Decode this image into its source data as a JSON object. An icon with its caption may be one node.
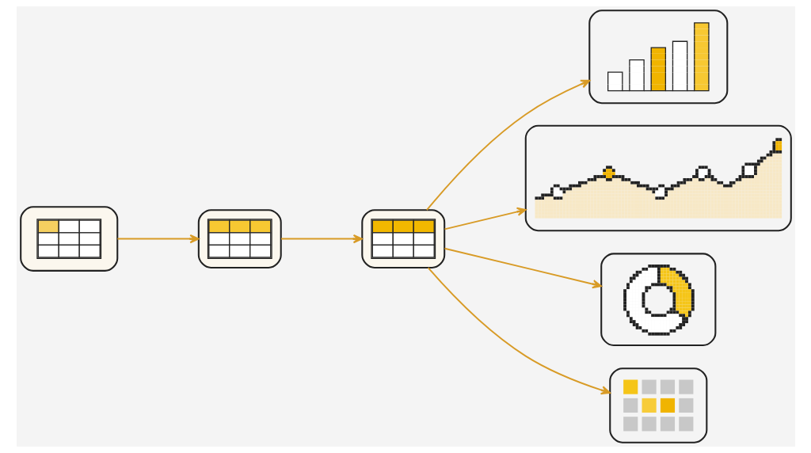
{
  "diagram": {
    "nodes": [
      {
        "text": [],
        "shape": "picture"
      },
      {
        "text": [],
        "shape": "picture"
      },
      {
        "text": [],
        "shape": "picture"
      },
      {
        "text": [],
        "shape": "picture"
      },
      {
        "text": [],
        "shape": "picture"
      },
      {
        "text": [],
        "shape": "picture"
      },
      {
        "text": [],
        "shape": "picture"
      }
    ],
    "edges": [
      {
        "from": 0,
        "to": 1,
        "arrow": "to"
      },
      {
        "from": 1,
        "to": 2,
        "arrow": "to"
      },
      {
        "from": 2,
        "to": 3,
        "arrow": "to"
      },
      {
        "from": 2,
        "to": 4,
        "arrow": "to"
      },
      {
        "from": 2,
        "to": 5,
        "arrow": "to"
      },
      {
        "from": 2,
        "to": 6,
        "arrow": "to"
      }
    ]
  }
}
